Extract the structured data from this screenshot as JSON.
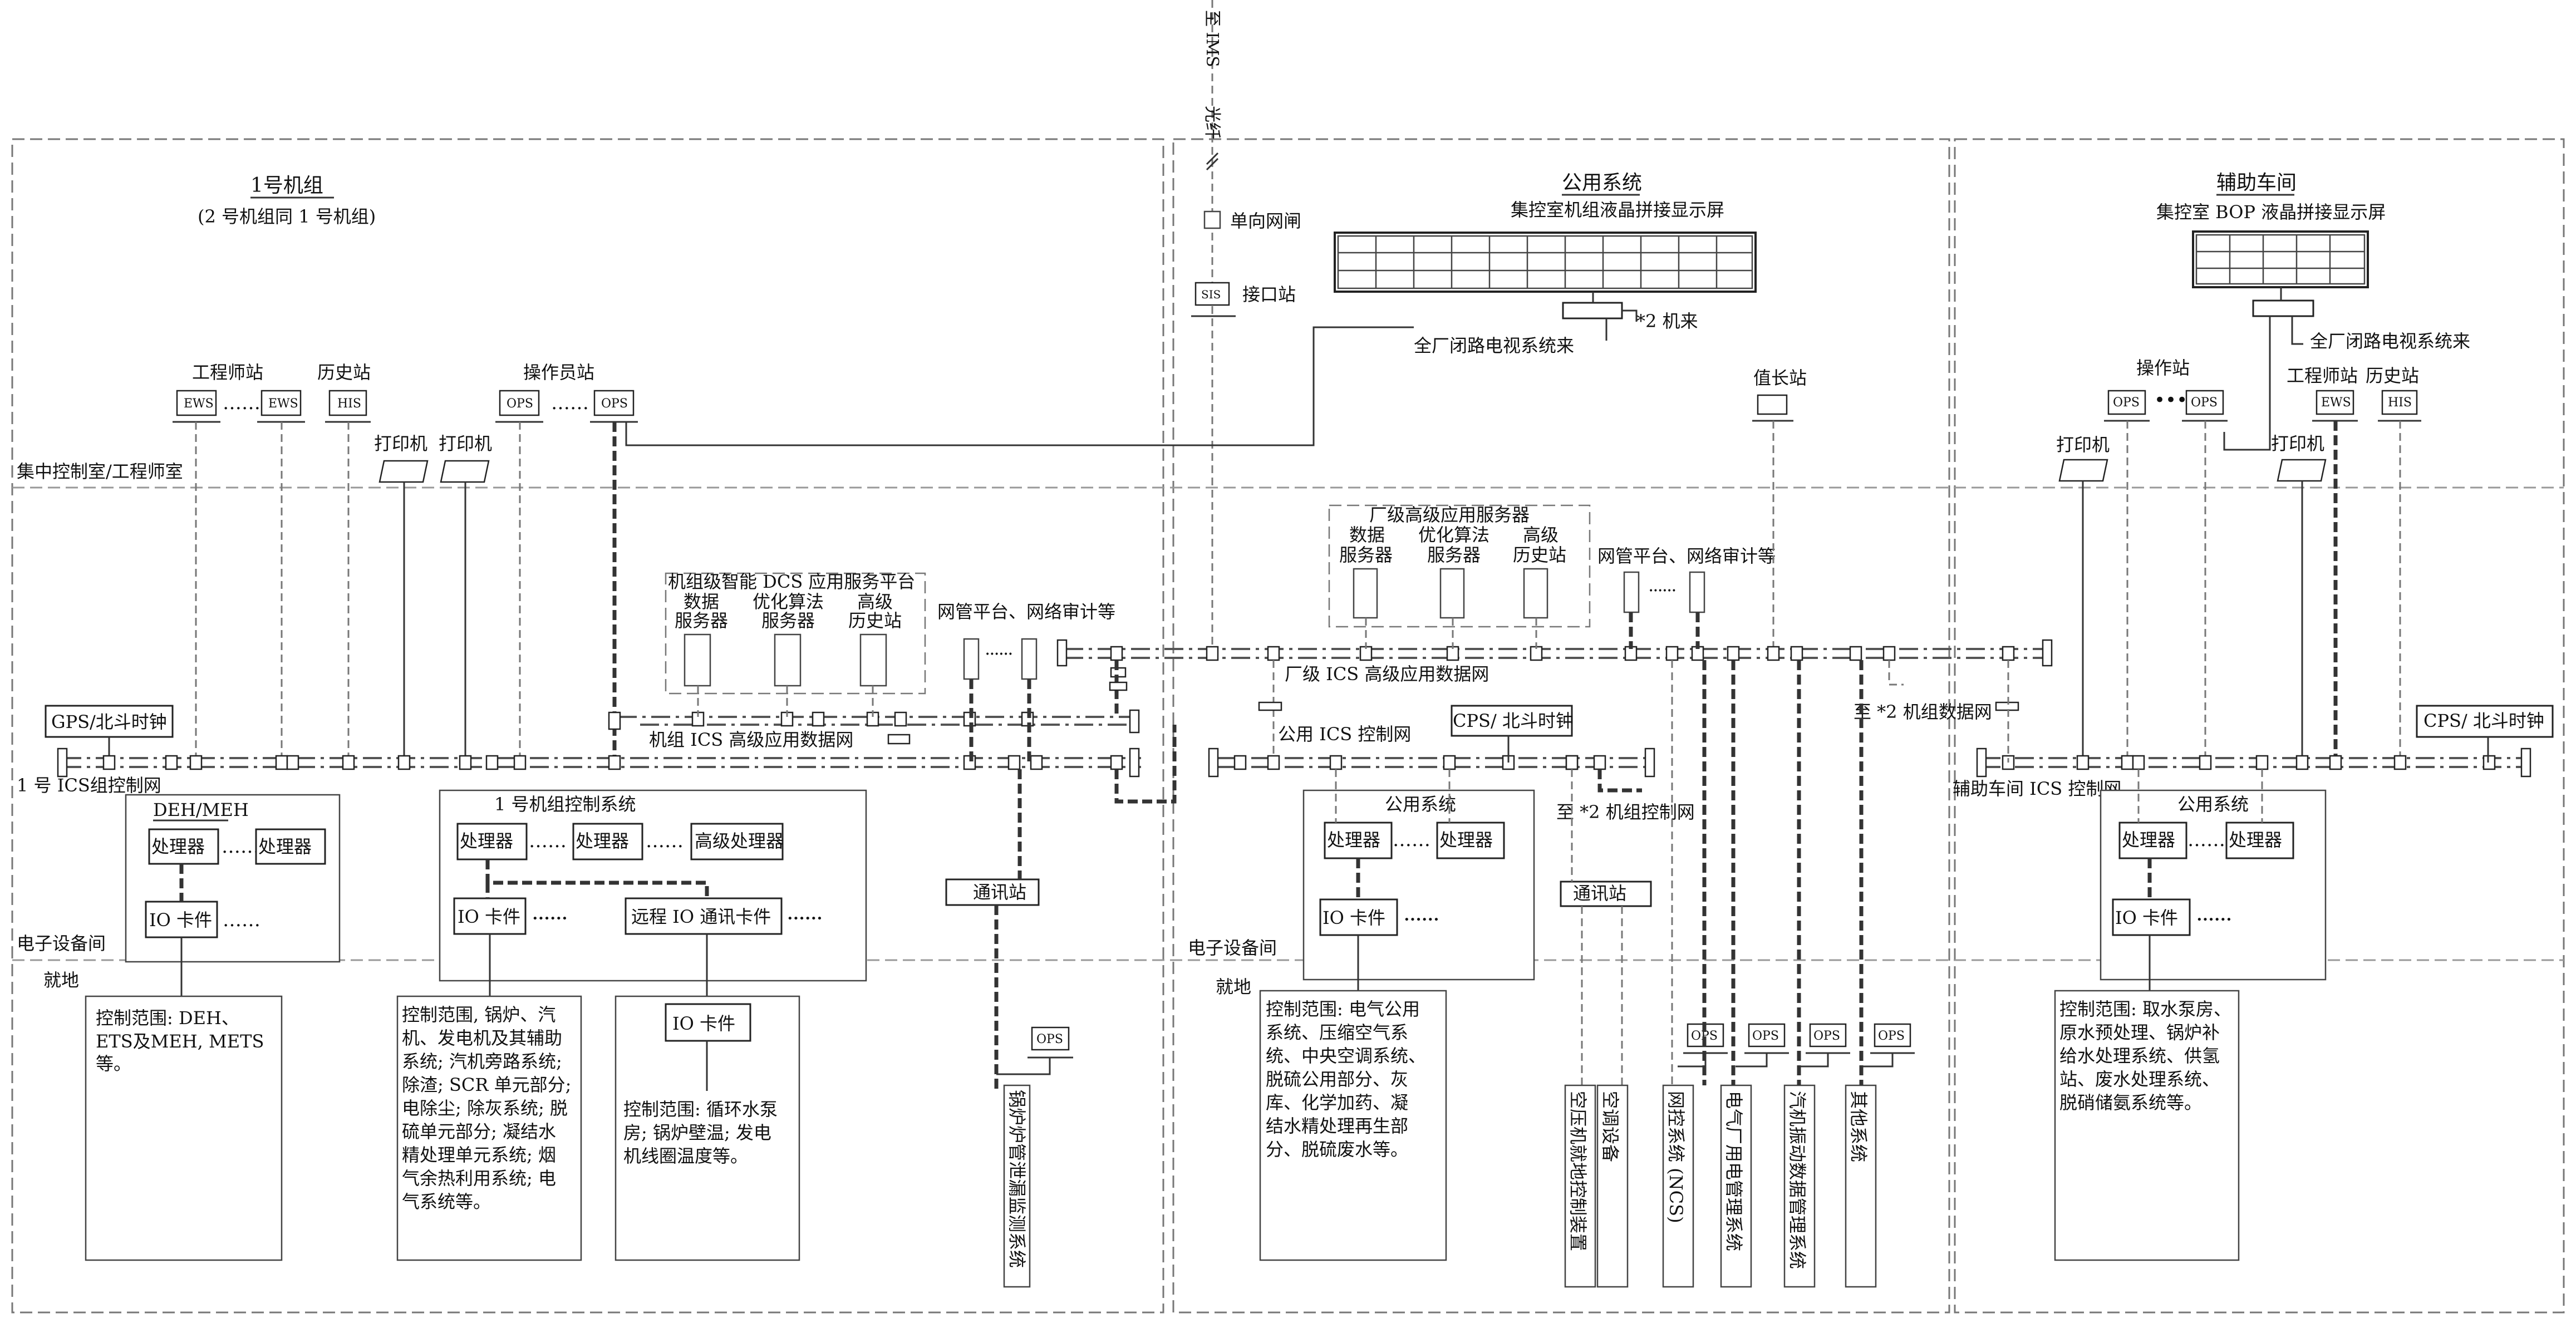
{
  "external": {
    "to_ims": "至 IMS",
    "fiber": "光纤",
    "oneway_gate": "单向网闸",
    "interface_station": "接口站",
    "iface_code": "SIS"
  },
  "unit1": {
    "title": "1号机组",
    "subtitle": "(2 号机组同 1 号机组)",
    "eng_station": "工程师站",
    "history_station": "历史站",
    "operator_station": "操作员站",
    "printer1": "打印机",
    "printer2": "打印机",
    "ews": "EWS",
    "his": "HIS",
    "ops": "OPS",
    "gps_clock": "GPS/北斗时钟",
    "ics_control_net": "1 号 ICS组控制网",
    "dcs_platform": "机组级智能 DCS 应用服务平台",
    "data_server": [
      "数据",
      "服务器"
    ],
    "opt_server": [
      "优化算法",
      "服务器"
    ],
    "adv_history": [
      "高级",
      "历史站"
    ],
    "netmgmt": "网管平台、网络审计等",
    "adv_app_net": "机组 ICS 高级应用数据网",
    "deh_title": "DEH/MEH",
    "ctrl_system": "1 号机组控制系统",
    "processor": "处理器",
    "adv_processor": "高级处理器",
    "io_card": "IO 卡件",
    "remote_io_card": "远程 IO 通讯卡件",
    "comm_station": "通讯站",
    "range_deh": [
      "控制范围: DEH、",
      "ETS及MEH, METS",
      "等。"
    ],
    "range_main": [
      "控制范围, 锅炉、汽",
      "机、发电机及其辅助",
      "系统; 汽机旁路系统;",
      "除渣; SCR 单元部分;",
      "电除尘; 除灰系统; 脱",
      "硫单元部分; 凝结水",
      "精处理单元系统; 烟",
      "气余热利用系统; 电",
      "气系统等。"
    ],
    "range_remote": [
      "控制范围: 循环水泵",
      "房; 锅炉壁温; 发电",
      "机线圈温度等。"
    ],
    "boiler_leak": "锅炉炉管泄漏监测系统"
  },
  "public": {
    "title": "公用系统",
    "screen_title": "集控室机组液晶拼接显示屏",
    "from_unit2": "*2 机来",
    "cctv": "全厂闭路电视系统来",
    "plant_adv_server": "厂级高级应用服务器",
    "data_server": [
      "数据",
      "服务器"
    ],
    "opt_server": [
      "优化算法",
      "服务器"
    ],
    "adv_history": [
      "高级",
      "历史站"
    ],
    "netmgmt": "网管平台、网络审计等",
    "shift_station": "值长站",
    "plant_adv_net": "厂级 ICS 高级应用数据网",
    "public_ctrl_net": "公用 ICS 控制网",
    "cps_clock": "CPS/ 北斗时钟",
    "to_unit2_data_net": "至 *2 机组数据网",
    "to_unit2_ctrl_net": "至 *2 机组控制网",
    "sys_title": "公用系统",
    "processor": "处理器",
    "io_card": "IO 卡件",
    "comm_station": "通讯站",
    "ops": "OPS",
    "range_public": [
      "控制范围: 电气公用",
      "系统、压缩空气系",
      "统、中央空调系统、",
      "脱硫公用部分、灰",
      "库、化学加药、凝",
      "结水精处理再生部",
      "分、脱硫废水等。"
    ],
    "subsystems": [
      "空压机就地控制装置",
      "空调设备",
      "网控系统 (NCS)",
      "电气厂用电管理系统",
      "汽机振动数据管理系统",
      "其他系统"
    ]
  },
  "aux": {
    "title": "辅助车间",
    "screen_title": "集控室 BOP 液晶拼接显示屏",
    "cctv": "全厂闭路电视系统来",
    "operator_station": "操作站",
    "eng_station": "工程师站",
    "history_station": "历史站",
    "printer1": "打印机",
    "printer2": "打印机",
    "ops": "OPS",
    "ews": "EWS",
    "his": "HIS",
    "cps_clock": "CPS/ 北斗时钟",
    "ctrl_net": "辅助车间 ICS 控制网",
    "sys_title": "公用系统",
    "processor": "处理器",
    "io_card": "IO 卡件",
    "range_aux": [
      "控制范围: 取水泵房、",
      "原水预处理、锅炉补",
      "给水处理系统、供氢",
      "站、废水处理系统、",
      "脱硝储氨系统等。"
    ]
  },
  "zones": {
    "control_room": "集中控制室/工程师室",
    "electronics_room_left": "电子设备间",
    "electronics_room_mid": "电子设备间",
    "field_left": "就地",
    "field_mid": "就地"
  },
  "ellipsis": "……",
  "dots6": "••••••"
}
